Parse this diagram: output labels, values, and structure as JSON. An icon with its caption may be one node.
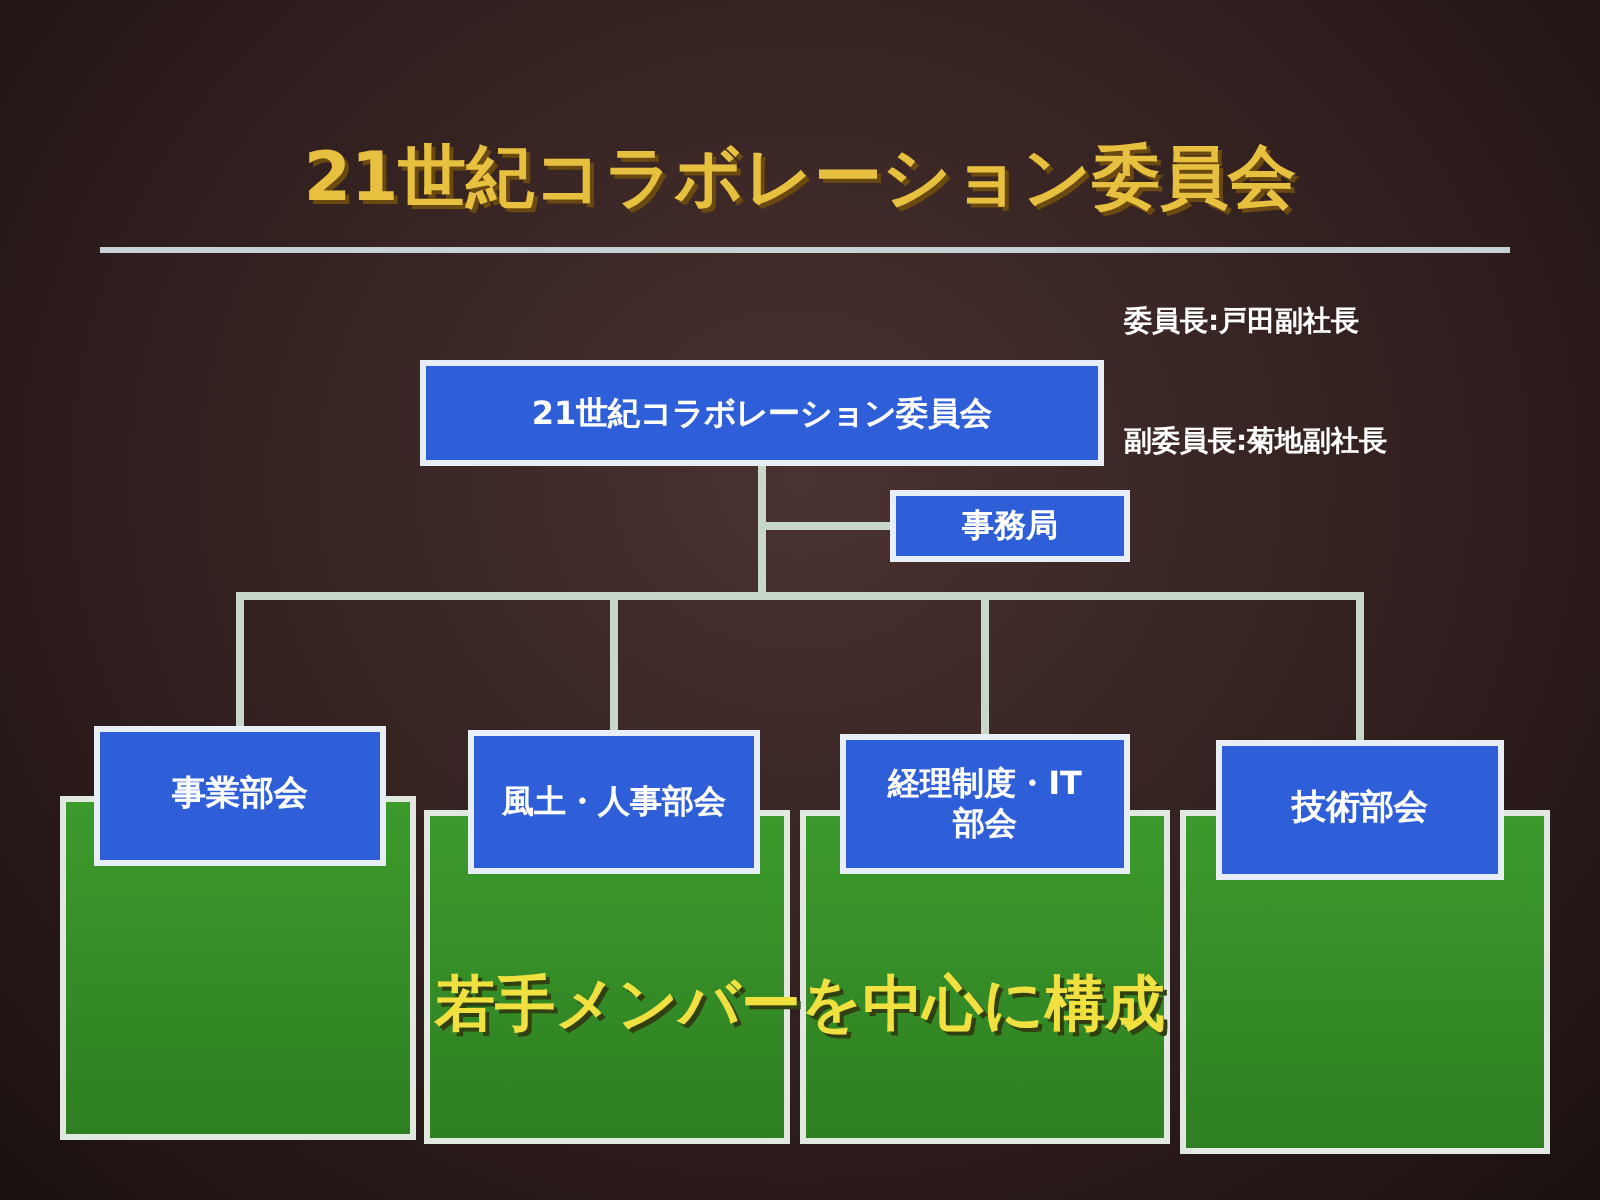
{
  "diagram": {
    "title": "21世紀コラボレーション委員会",
    "nodes": [
      {
        "text": [
          "21世紀コラボレーション委員会"
        ]
      },
      {
        "text": [
          "事務局"
        ]
      },
      {
        "text": [
          "事業部会"
        ]
      },
      {
        "text": [
          "風土・人事部会"
        ]
      },
      {
        "text": [
          "経理制度・IT部会"
        ]
      },
      {
        "text": [
          "技術部会"
        ]
      }
    ],
    "edges": [
      {
        "from": 0,
        "to": 1,
        "arrow": "none"
      },
      {
        "from": 0,
        "to": 2,
        "arrow": "none"
      },
      {
        "from": 0,
        "to": 3,
        "arrow": "none"
      },
      {
        "from": 0,
        "to": 4,
        "arrow": "none"
      },
      {
        "from": 0,
        "to": 5,
        "arrow": "none"
      }
    ],
    "labels": [
      "委員長:戸田副社長",
      "副委員長:菊地副社長",
      "若手メンバーを中心に構成"
    ]
  }
}
